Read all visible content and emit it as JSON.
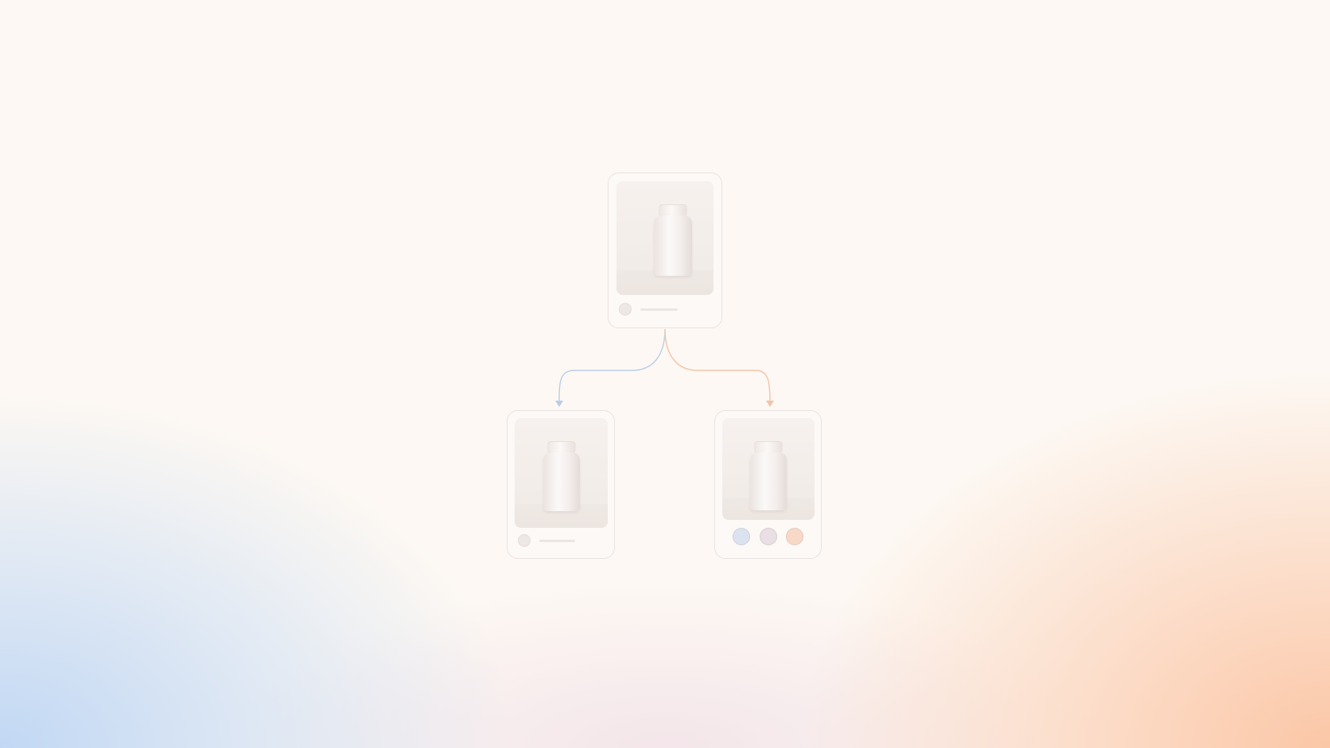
{
  "diagram": {
    "type": "tree",
    "connector_colors": {
      "left": "#b9cdea",
      "right": "#f3c4a8"
    },
    "cards": [
      {
        "role": "parent",
        "footer": "avatar-line"
      },
      {
        "role": "child-left",
        "footer": "avatar-line"
      },
      {
        "role": "child-right",
        "footer": "swatches"
      }
    ],
    "swatches": [
      {
        "name": "blue",
        "color": "#dbe3f1"
      },
      {
        "name": "mauve",
        "color": "#e9dfe4"
      },
      {
        "name": "peach",
        "color": "#f8d8c7"
      }
    ]
  }
}
